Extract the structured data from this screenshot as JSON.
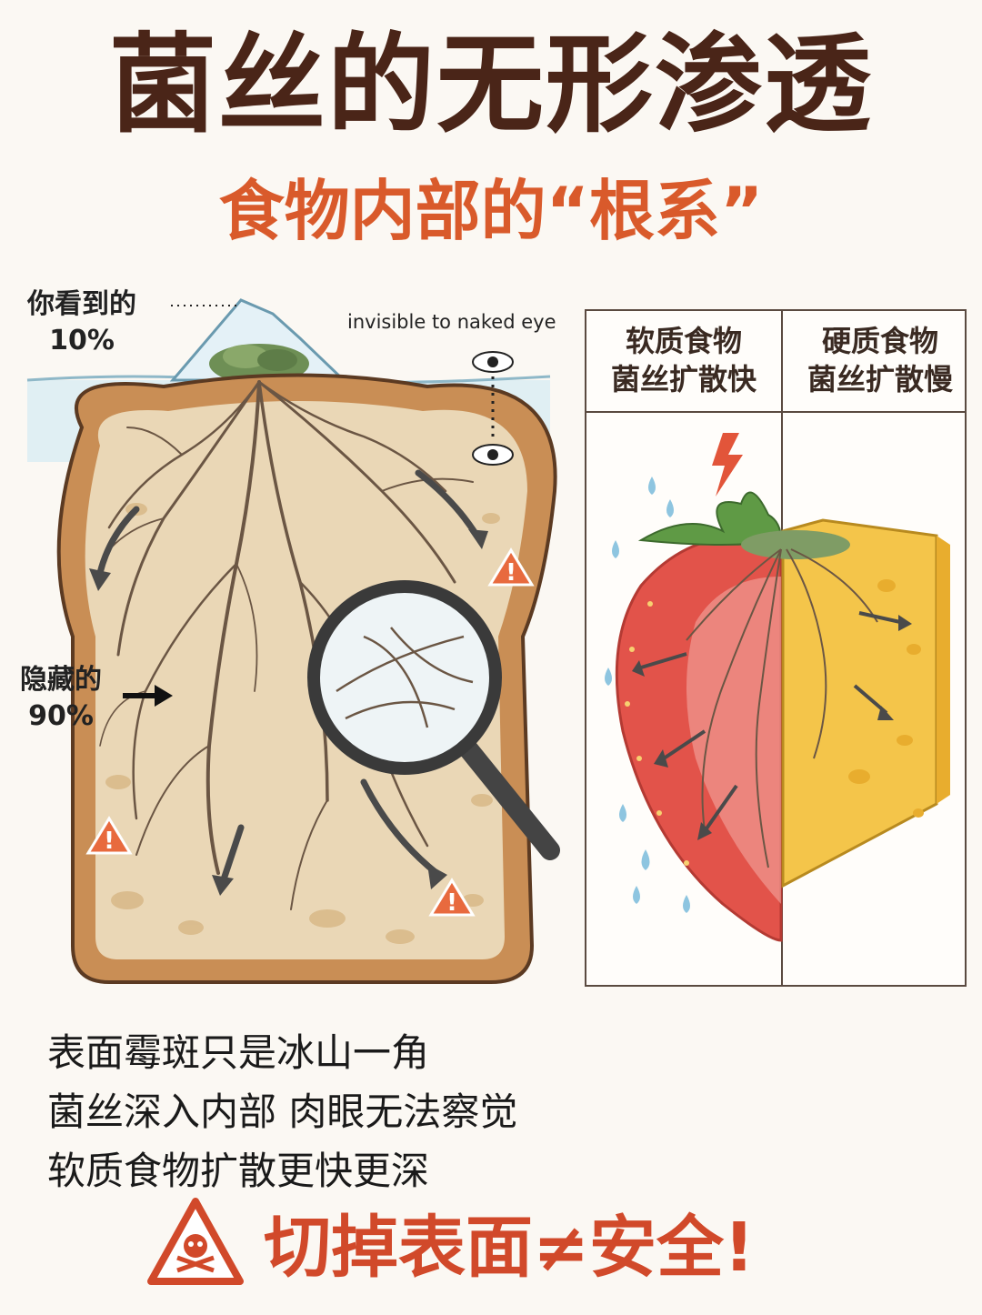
{
  "title": "菌丝的无形渗透",
  "subtitle": "食物内部的“根系”",
  "labels": {
    "visible_line1": "你看到的",
    "visible_line2": "10%",
    "hidden_line1": "隐藏的",
    "hidden_line2": "90%",
    "eye_caption": "invisible to naked eye"
  },
  "comparison": {
    "soft_line1": "软质食物",
    "soft_line2": "菌丝扩散快",
    "hard_line1": "硬质食物",
    "hard_line2": "菌丝扩散慢"
  },
  "bottom_lines": [
    "表面霉斑只是冰山一角",
    "菌丝深入内部 肉眼无法察觉",
    "软质食物扩散更快更深"
  ],
  "warning": "切掉表面≠安全!",
  "colors": {
    "title": "#4a2518",
    "accent": "#d95a2b",
    "warning": "#d1492a",
    "bread_crust": "#c98e55",
    "bread_inside": "#ead7b6",
    "strawberry": "#e2534a",
    "cheese": "#f4c54a",
    "mold": "#6e8f55"
  },
  "icons": [
    "eye-icon",
    "warning-icon",
    "magnifier-icon",
    "skull-crossbones-icon",
    "lightning-icon",
    "water-drop-icon",
    "arrow-icon"
  ]
}
